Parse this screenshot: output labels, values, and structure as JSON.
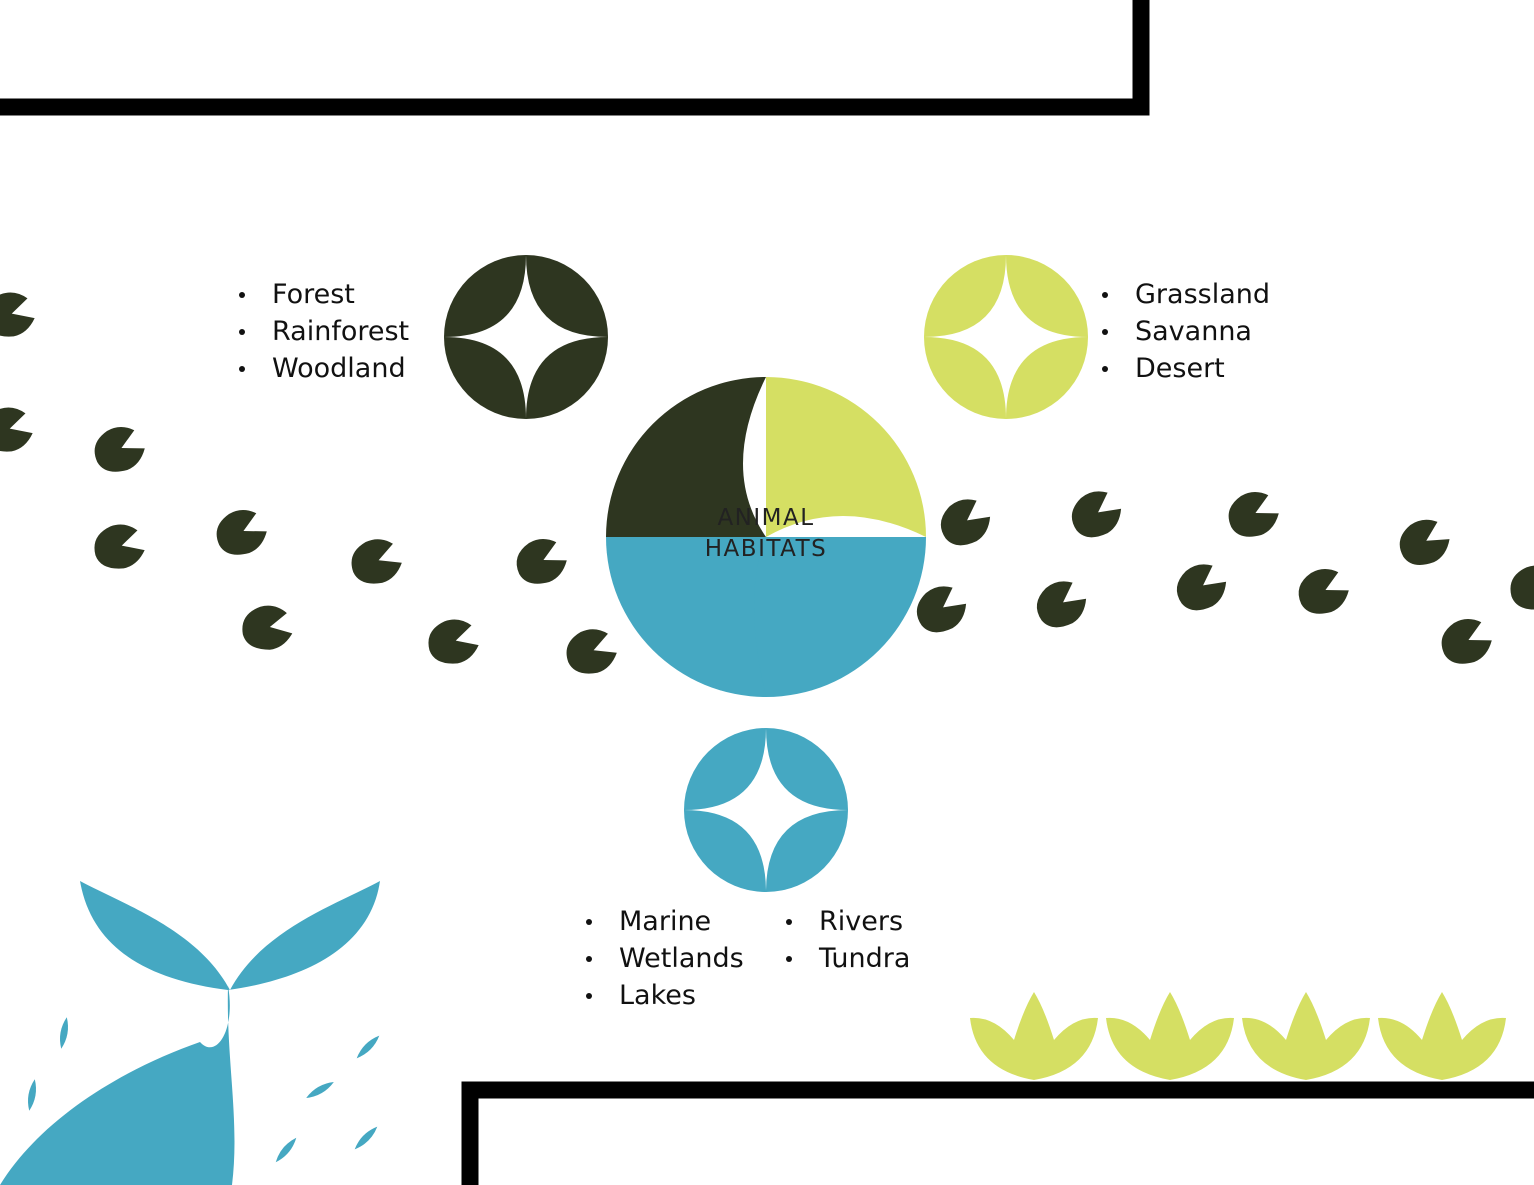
{
  "diagram": {
    "title_lines": [
      "ANIMAL",
      "HABITATS"
    ],
    "groups": [
      {
        "id": "forest",
        "items": [
          "Forest",
          "Rainforest",
          "Woodland"
        ]
      },
      {
        "id": "grassland",
        "items": [
          "Grassland",
          "Savanna",
          "Desert"
        ]
      },
      {
        "id": "aquatic_col1",
        "items": [
          "Marine",
          "Wetlands",
          "Lakes"
        ]
      },
      {
        "id": "aquatic_col2",
        "items": [
          "Rivers",
          "Tundra"
        ]
      }
    ]
  },
  "colors": {
    "dark_green": "#2e3620",
    "lime": "#d5df63",
    "teal": "#45a8c2",
    "frame": "#000000",
    "text": "#111111"
  }
}
